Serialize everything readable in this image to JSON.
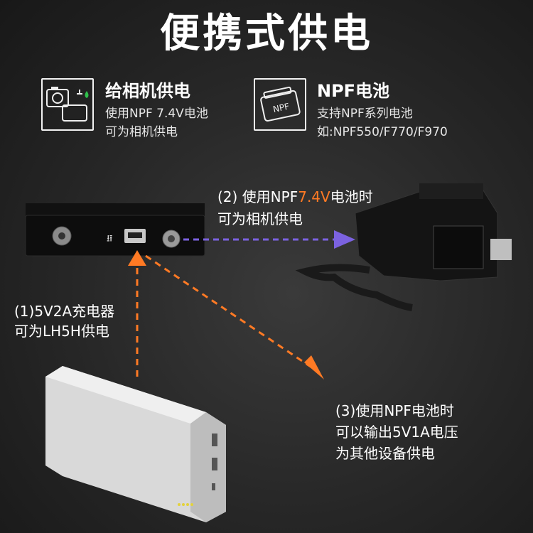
{
  "title": "便携式供电",
  "features": [
    {
      "icon": "camera-power-icon",
      "heading": "给相机供电",
      "lines": [
        "使用NPF 7.4V电池",
        "可为相机供电"
      ]
    },
    {
      "icon": "npf-battery-icon",
      "heading": "NPF电池",
      "lines": [
        "支持NPF系列电池",
        "如:NPF550/F770/F970"
      ],
      "icon_text": "NPF"
    }
  ],
  "callouts": {
    "camera": {
      "prefix": "(2) 使用NPF",
      "highlight": "7.4V",
      "suffix": "电池时",
      "line2": "可为相机供电"
    },
    "charger": {
      "line1": "(1)5V2A充电器",
      "line2": "可为LH5H供电"
    },
    "output": {
      "line1": "(3)使用NPF电池时",
      "line2": "可以输出5V1A电压",
      "line3": "为其他设备供电"
    }
  },
  "colors": {
    "orange": "#ff7a24",
    "purple": "#7b62e0",
    "highlight": "#ff5a1f"
  }
}
